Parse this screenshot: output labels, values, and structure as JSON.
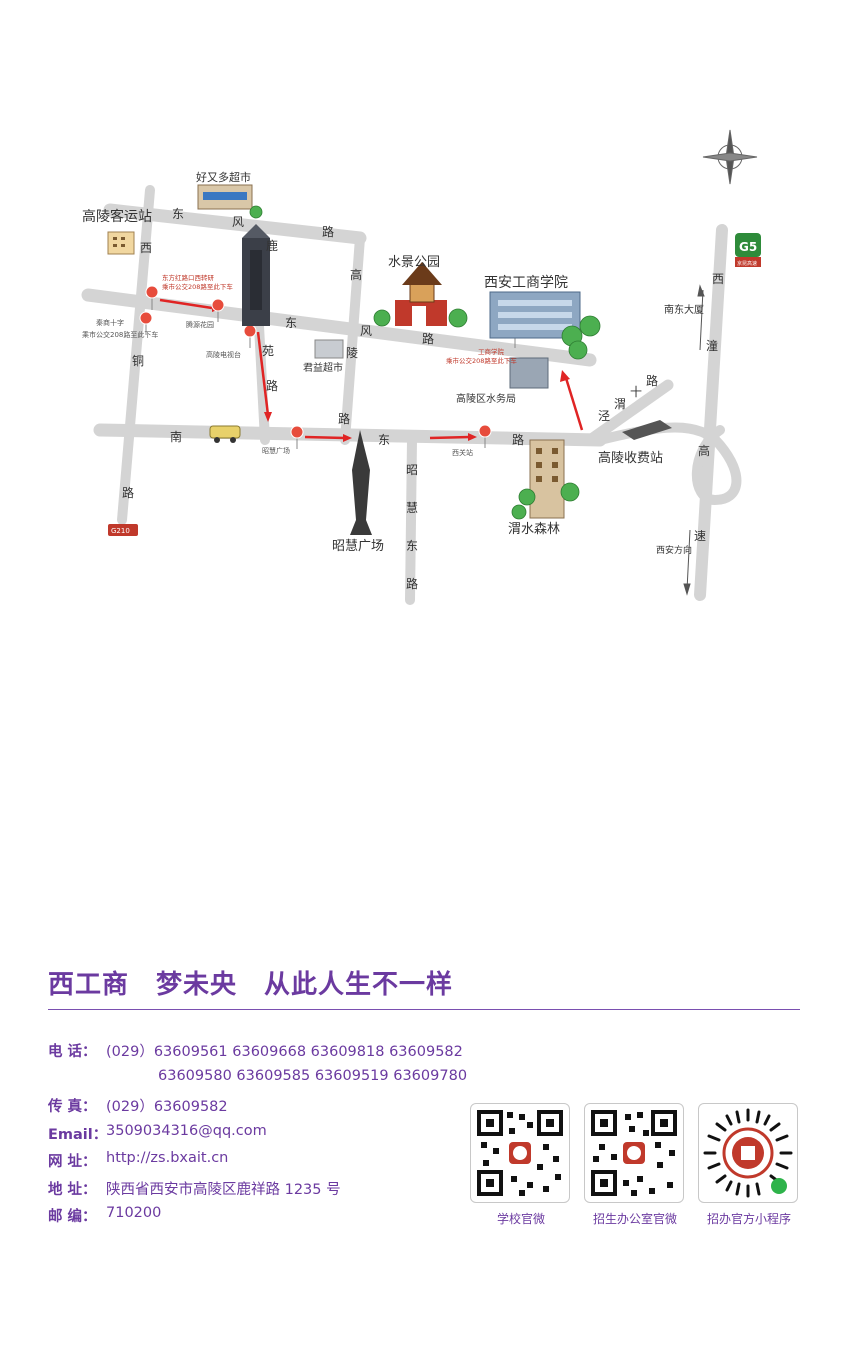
{
  "map": {
    "places": {
      "passenger_station": "高陵客运站",
      "haoyouduo": "好又多超市",
      "shuiyue_park": "水景公园",
      "xagsxy": "西安工商学院",
      "g5": "G5",
      "g5_sub": "京昆高速",
      "nanhu_dasha": "南东大厦",
      "junzhi_market": "君益超市",
      "water_bureau": "高陵区水务局",
      "toll": "高陵收费站",
      "zhaohui_square": "昭慧广场",
      "weiyang_forest": "渭水森林",
      "g210": "G210",
      "xian_direction": "西安方向",
      "tengyuan": "腾源花园",
      "gaoling_tv": "高陵电视台",
      "zhaohui_square_small": "昭慧广场",
      "stop_small": "西关站",
      "qin_wuhua": "秦商十字"
    },
    "roads": {
      "dongjiao_road": [
        "东",
        "风",
        "路"
      ],
      "fengyang_road": [
        "东",
        "风",
        "路"
      ],
      "lu_road": [
        "鹿",
        "苑",
        "路"
      ],
      "zhao_road": [
        "昭",
        "慧",
        "东",
        "路"
      ],
      "nan_road": [
        "南",
        "东",
        "路"
      ],
      "jingxiang_road": [
        "泾",
        "渭",
        "十",
        "路"
      ],
      "gao_road": [
        "高",
        "陵",
        "路"
      ],
      "xitong_road": [
        "西",
        "铜",
        "路"
      ],
      "expressway": [
        "高",
        "速"
      ],
      "xin_road": [
        "西",
        "铜",
        "路"
      ],
      "xian_road": [
        "西",
        "潼",
        "路"
      ]
    },
    "notes": {
      "bus_note_1": "东方红路口西转研",
      "bus_note_1_sub": "乘市公交208路至此下车",
      "bus_note_2": "乘市公交208路至此下车",
      "bus_note_3": "乘市公交208路至此下车",
      "campus_stop": "工商学院",
      "campus_stop_sub": "乘市公交208路至此下车"
    }
  },
  "footer": {
    "slogan": "西工商　梦未央　从此人生不一样",
    "contacts": [
      {
        "label": "电  话：",
        "value": "(029）63609561  63609668  63609818  63609582"
      },
      {
        "label": "",
        "value": "63609580  63609585  63609519  63609780"
      },
      {
        "label": "传  真：",
        "value": "(029）63609582"
      },
      {
        "label": "Email：",
        "value": "3509034316@qq.com"
      },
      {
        "label": "网  址：",
        "value": "http://zs.bxait.cn"
      },
      {
        "label": "地  址：",
        "value": "陕西省西安市高陵区鹿祥路 1235 号"
      },
      {
        "label": "邮  编：",
        "value": "710200"
      }
    ],
    "qr_codes": [
      {
        "caption": "学校官微"
      },
      {
        "caption": "招生办公室官微"
      },
      {
        "caption": "招办官方小程序"
      }
    ]
  },
  "colors": {
    "accent": "#6b3aa0",
    "road": "#cfcfcf",
    "route": "#e02424",
    "tree": "#4caf50"
  }
}
